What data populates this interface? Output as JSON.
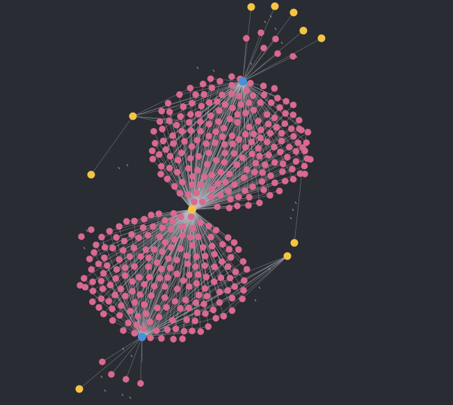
{
  "graph": {
    "background": "#292c33",
    "node_colors": {
      "hub": "#4a8fd8",
      "attribute": "#f5c443",
      "record": "#d9698f"
    },
    "edge_color": "#b9bcc4",
    "hubs": [
      {
        "id": "hub-top",
        "kind": "hub"
      },
      {
        "id": "hub-middle",
        "kind": "attribute"
      },
      {
        "id": "hub-bottom",
        "kind": "hub"
      }
    ]
  }
}
